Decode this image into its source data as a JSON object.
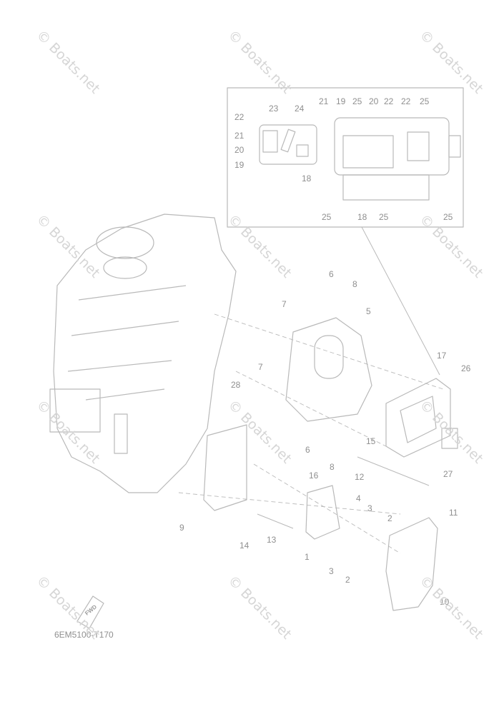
{
  "diagram": {
    "caption": "6EM5100-T170",
    "watermark": "© Boats.net",
    "fwd_label": "FWD",
    "inset_callouts": [
      "23",
      "24",
      "22",
      "21",
      "20",
      "19",
      "18",
      "21",
      "19",
      "25",
      "20",
      "22",
      "22",
      "25",
      "25",
      "18",
      "25",
      "25"
    ],
    "main_callouts": [
      "6",
      "8",
      "7",
      "5",
      "17",
      "26",
      "7",
      "28",
      "15",
      "6",
      "8",
      "12",
      "16",
      "27",
      "4",
      "9",
      "3",
      "2",
      "11",
      "13",
      "14",
      "1",
      "3",
      "2",
      "10"
    ]
  }
}
